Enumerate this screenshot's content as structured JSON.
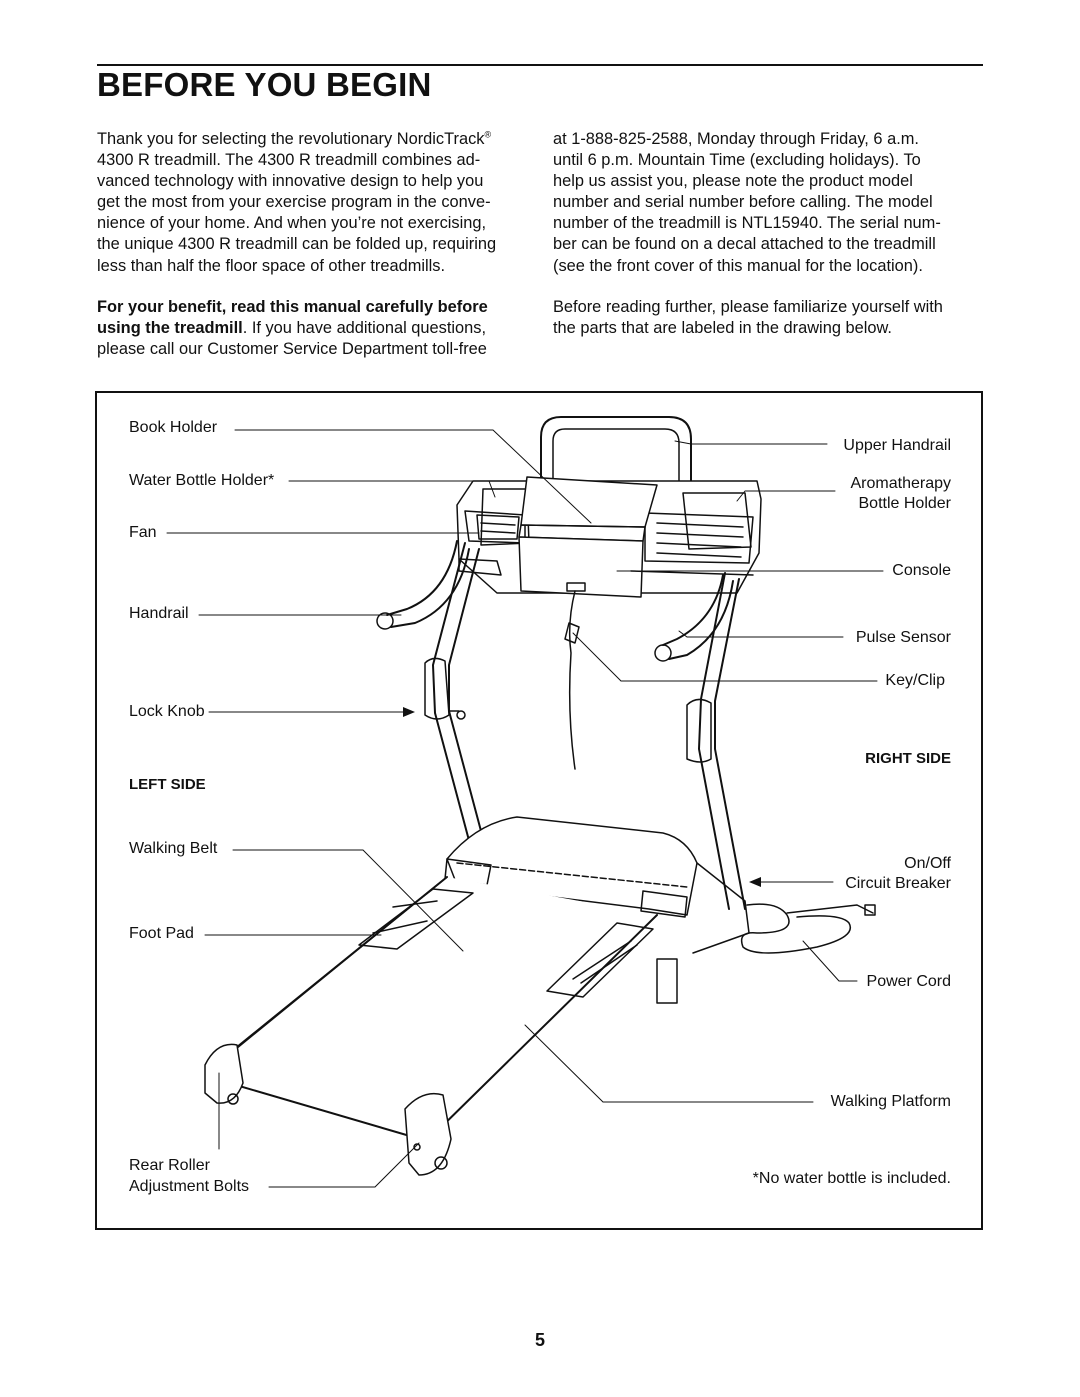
{
  "title": "BEFORE YOU BEGIN",
  "left_col": {
    "p1": [
      "Thank you for selecting the revolutionary NordicTrack",
      "4300 R treadmill. The 4300 R treadmill combines ad-",
      "vanced technology with innovative design to help you",
      "get the most from your exercise program in the conve-",
      "nience of your home. And when you’re not exercising,",
      "the unique 4300 R treadmill can be folded up, requiring",
      "less than half the floor space of other treadmills."
    ],
    "reg_mark": "®",
    "p2_bold_1": "For your benefit, read this manual carefully before",
    "p2_bold_2": "using the treadmill",
    "p2_rest_2": ". If you have additional questions,",
    "p2_line3": "please call our Customer Service Department toll-free"
  },
  "right_col": {
    "p1": [
      "at 1-888-825-2588, Monday through Friday, 6 a.m.",
      "until 6 p.m. Mountain Time (excluding holidays). To",
      "help us assist you, please note the product model",
      "number and serial number before calling. The model",
      "number of the treadmill is NTL15940. The serial num-",
      "ber can be found on a decal attached to the treadmill",
      "(see the front cover of this manual for the location)."
    ],
    "p2": [
      "Before reading further, please familiarize yourself with",
      "the parts that are labeled in the drawing below."
    ]
  },
  "diagram": {
    "left_labels": {
      "book_holder": "Book Holder",
      "water_bottle_holder": "Water Bottle Holder*",
      "fan": "Fan",
      "handrail": "Handrail",
      "lock_knob": "Lock Knob",
      "walking_belt": "Walking Belt",
      "foot_pad": "Foot Pad",
      "rear_roller_1": "Rear Roller",
      "rear_roller_2": "Adjustment Bolts"
    },
    "right_labels": {
      "upper_handrail": "Upper Handrail",
      "aromatherapy_1": "Aromatherapy",
      "aromatherapy_2": "Bottle Holder",
      "console": "Console",
      "pulse_sensor": "Pulse Sensor",
      "key_clip": "Key/Clip",
      "onoff_1": "On/Off",
      "onoff_2": "Circuit Breaker",
      "power_cord": "Power Cord",
      "walking_platform": "Walking Platform"
    },
    "left_side": "LEFT SIDE",
    "right_side": "RIGHT SIDE",
    "footnote": "*No water bottle is included."
  },
  "page_number": "5"
}
